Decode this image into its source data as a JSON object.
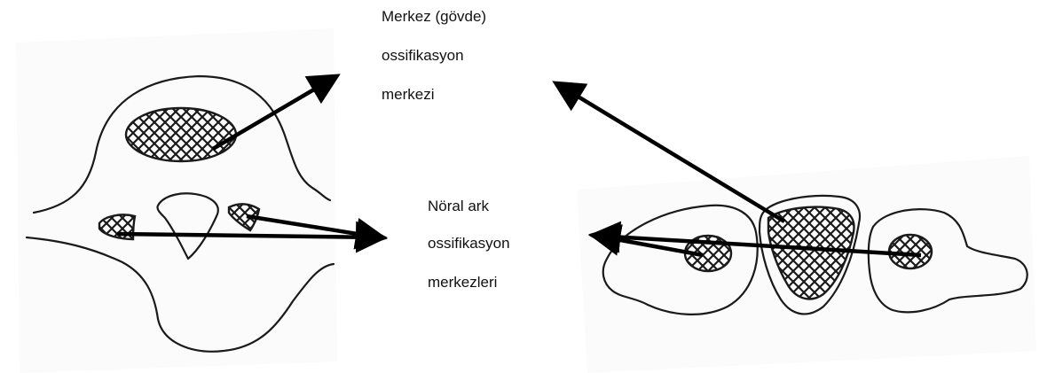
{
  "labels": {
    "central": {
      "line1": "Merkez (gövde)",
      "line2": "ossifikasyon",
      "line3": "merkezi"
    },
    "neural": {
      "line1": "Nöral ark",
      "line2": "ossifikasyon",
      "line3": "merkezleri"
    }
  },
  "colors": {
    "ink": "#1a1a1a",
    "arrow": "#000000",
    "paper": "#fbfbfb"
  }
}
